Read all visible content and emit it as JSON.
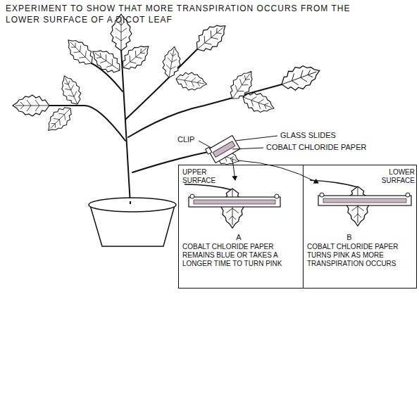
{
  "diagram": {
    "title": "EXPERIMENT TO SHOW THAT MORE TRANSPIRATION OCCURS FROM THE LOWER SURFACE OF A DICOT LEAF",
    "nodes": [
      {
        "text": [
          "UPPER SURFACE",
          "A",
          "COBALT CHLORIDE PAPER REMAINS BLUE OR TAKES A LONGER TIME TO TURN PINK"
        ]
      },
      {
        "text": [
          "LOWER SURFACE",
          "B",
          "COBALT CHLORIDE PAPER TURNS PINK AS MORE TRANSPIRATION OCCURS"
        ]
      }
    ],
    "labels": [
      "GLASS SLIDES",
      "COBALT CHLORIDE PAPER",
      "CLIP"
    ]
  }
}
